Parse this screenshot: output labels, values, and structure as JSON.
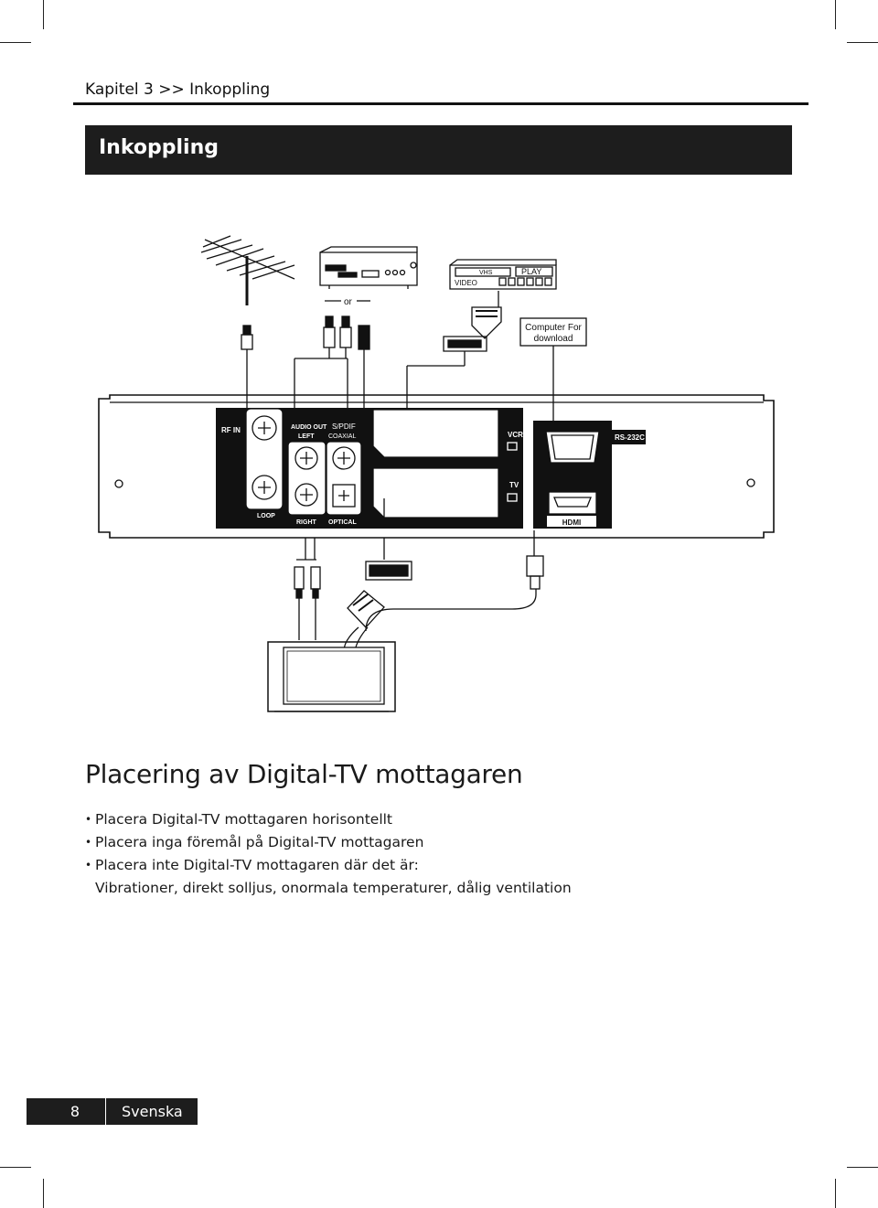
{
  "header": {
    "chapter": "Kapitel 3 >> Inkoppling",
    "title": "Inkoppling"
  },
  "diagram": {
    "or_label": "or",
    "computer_label_1": "Computer For",
    "computer_label_2": "download",
    "vcr_tape": "VHS",
    "vcr_display": "PLAY",
    "vcr_brand": "VIDEO",
    "ports": {
      "rf_in": "RF IN",
      "loop": "LOOP",
      "audio_out": "AUDIO OUT",
      "left": "LEFT",
      "right": "RIGHT",
      "spdif": "S/PDIF",
      "coaxial": "COAXIAL",
      "optical": "OPTICAL",
      "vcr": "VCR",
      "tv": "TV",
      "rs232c": "RS-232C",
      "hdmi": "HDMI"
    }
  },
  "section": {
    "title": "Placering av Digital-TV mottagaren",
    "bullets": [
      "Placera Digital-TV mottagaren horisontellt",
      "Placera inga föremål på Digital-TV mottagaren",
      "Placera inte Digital-TV mottagaren där det är:"
    ],
    "bullet3_continuation": "Vibrationer, direkt solljus, onormala temperaturer, dålig ventilation"
  },
  "footer": {
    "page_number": "8",
    "language": "Svenska"
  }
}
